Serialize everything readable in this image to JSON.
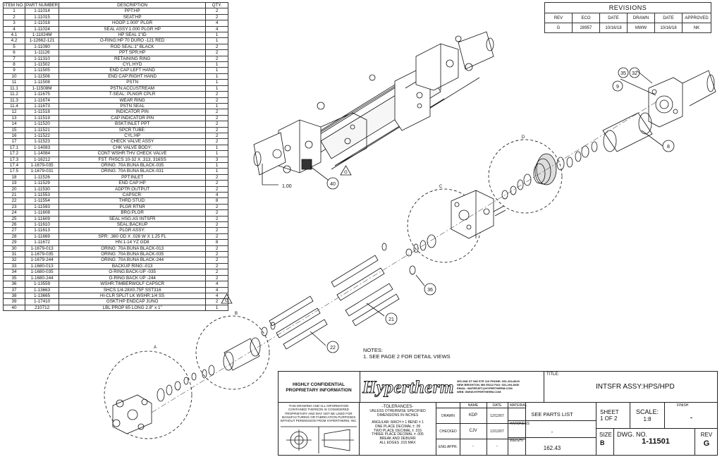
{
  "bom": {
    "headers": [
      "ITEM NO.",
      "PART NUMBER",
      "DESCRIPTION",
      "QTY."
    ],
    "rows": [
      [
        "1",
        "1-11014",
        "PPT:HP",
        "2"
      ],
      [
        "2",
        "1-11015",
        "SEAT:HP",
        "2"
      ],
      [
        "3",
        "1-11018",
        "HOOP:1.000\" PLGR",
        "4"
      ],
      [
        "4",
        "1-11024",
        "SEAL ASSY:1.000 PLGR HP",
        "4"
      ],
      [
        "4.1",
        "1-11024M",
        "HP SEAL 1\"ID",
        "1"
      ],
      [
        "4.2",
        "1-12662-121",
        "O-RING:HP 70 DURO -121 RED",
        "1"
      ],
      [
        "5",
        "1-11090",
        "ROD SEAL:1\" BLACK",
        "2"
      ],
      [
        "6",
        "1-11126",
        "PPT SPR:HP",
        "2"
      ],
      [
        "7",
        "1-11310",
        "RETAINING RING",
        "2"
      ],
      [
        "8",
        "1-11502",
        "CYL:HYD",
        "1"
      ],
      [
        "9",
        "1-11505",
        "END CAP:LEFT HAND",
        "1"
      ],
      [
        "10",
        "1-11506",
        "END CAP:RIGHT HAND",
        "1"
      ],
      [
        "11",
        "1-11508",
        "PSTN",
        "1"
      ],
      [
        "11.1",
        "1-11508M",
        "PSTN:ACCUSTREAM",
        "1"
      ],
      [
        "11.2",
        "1-11675",
        "T-SEAL: PLNGR CPLR",
        "2"
      ],
      [
        "11.3",
        "1-11674",
        "WEAR RING",
        "2"
      ],
      [
        "11.4",
        "1-11673",
        "PSTN SEAL",
        "1"
      ],
      [
        "12",
        "1-11518",
        "INDICATOR PIN",
        "2"
      ],
      [
        "13",
        "1-11519",
        "CAP:INDICATOR PIN",
        "2"
      ],
      [
        "14",
        "1-11520",
        "BSKT:INLET PPT",
        "2"
      ],
      [
        "15",
        "1-11521",
        "SPCR TUBE:",
        "2"
      ],
      [
        "16",
        "1-11522",
        "CYL:HP",
        "2"
      ],
      [
        "17",
        "1-11523",
        "CHECK VALVE ASSY",
        "2"
      ],
      [
        "17.1",
        "1-14083",
        "CHK VALVE BODY:",
        "1"
      ],
      [
        "17.2",
        "1-14084",
        "CONT WSHR:THV CHECK VALVE",
        "1"
      ],
      [
        "17.3",
        "1-16212",
        "FST: FHSCS 10-32 X .313, 316SS",
        "3"
      ],
      [
        "17.4",
        "1-1679-035",
        "ORING: 70A BUNA BLACK-035",
        "1"
      ],
      [
        "17.5",
        "1-1679-031",
        "ORING: 70A BUNA BLACK-031",
        "1"
      ],
      [
        "18",
        "1-11526",
        "PPT:INLET",
        "2"
      ],
      [
        "19",
        "1-11529",
        "END CAP:HP",
        "2"
      ],
      [
        "20",
        "1-11530",
        "ADPTR:OUTPUT",
        "2"
      ],
      [
        "21",
        "1-11553",
        "CAPSCR:",
        "4"
      ],
      [
        "22",
        "1-11554",
        "THRD STUD:",
        "8"
      ],
      [
        "23",
        "1-11593",
        "PLGR RTNR",
        "2"
      ],
      [
        "24",
        "1-11608",
        "BRG:PLGR",
        "2"
      ],
      [
        "25",
        "1-11609",
        "SEAL HSG:AS INTSFR",
        "2"
      ],
      [
        "26",
        "1-11610",
        "SEAL:BACKUP",
        "2"
      ],
      [
        "27",
        "1-11613",
        "PLGR ASSY:",
        "2"
      ],
      [
        "28",
        "1-11669",
        "SPR: .360 OD X .026 W X 1.25 FL",
        "2"
      ],
      [
        "29",
        "1-11672",
        "HN:1-14 YZ GD8",
        "8"
      ],
      [
        "30",
        "1-1679-013",
        "ORING: 70A BUNA BLACK-013",
        "2"
      ],
      [
        "31",
        "1-1679-035",
        "ORING: 70A BUNA BLACK-035",
        "2"
      ],
      [
        "32",
        "1-1679-244",
        "ORING: 70A BUNA BLACK-244",
        "2"
      ],
      [
        "33",
        "1-1680-013",
        "BACKUP RING:-013",
        "2"
      ],
      [
        "34",
        "1-1680-035",
        "O-RING:BACK-UP -035",
        "2"
      ],
      [
        "35",
        "1-1680-244",
        "O-RING:BACK UP -244",
        "2"
      ],
      [
        "36",
        "1-13559",
        "WSHR:TIMBERWOLF CAPSCR",
        "4"
      ],
      [
        "37",
        "1-13663",
        "SHCS:1/4-28X0.75F SST316",
        "4"
      ],
      [
        "38",
        "1-13665",
        "HI-CLR SPLIT LK WSHR:1/4 SS",
        "4"
      ],
      [
        "39",
        "1-17410",
        "GSKT:HP ENDCAP JUNO",
        "2"
      ],
      [
        "40",
        "210712",
        "LBL:PROP 65 LONG 2.8\" x 1\"",
        "1"
      ]
    ]
  },
  "revisions": {
    "title": "REVISIONS",
    "headers": [
      "REV",
      "ECO",
      "DATE",
      "DRAWN",
      "DATE",
      "APPROVED"
    ],
    "row": [
      "G",
      "28957",
      "10/16/18",
      "MWW",
      "10/16/18",
      "NK"
    ]
  },
  "callouts": {
    "c40": "40",
    "c35": "35",
    "c32": "32",
    "c9": "9",
    "c8": "8",
    "c36": "36",
    "c21": "21",
    "c22": "22",
    "g1": "G",
    "g2": "G",
    "dim": "1.00",
    "A": "A",
    "B": "B",
    "C": "C",
    "D": "D"
  },
  "notes": {
    "heading": "NOTES:",
    "line1": "1. SEE PAGE 2 FOR DETAIL VIEWS"
  },
  "titleblock": {
    "confidential1": "HIGHLY CONFIDENTIAL",
    "confidential2": "PROPRIETARY INFORMATION",
    "logo": "Hypertherm",
    "address1": "305 2ND ST NW STE 110      PHONE: 651-294-8620",
    "address2": "NEW BRIGHTON, MN 55112    FAX: 651-294-8630",
    "address3": "EMAIL: WATERJET@HYPERTHERM.COM",
    "address4": "WEB: WWW.HYPERTHERM.COM",
    "title_label": "TITLE:",
    "title": "INTSFR ASSY:HPS/HPD",
    "disclaimer": "THIS DRAWING AND ALL INFORMATION CONTAINED THEREON IS CONSIDERED PROPRIETARY AND MAY NOT BE USED FOR MANUFACTURING OR FABRICATION PURPOSES WITHOUT PERMISSION FROM HYPERTHERM, INC.",
    "tol_title": "-TOLERANCES-",
    "tol1": "UNLESS OTHERWISE SPECIFIED",
    "tol2": "DIMENSIONS IN INCHES",
    "tol3": "ANGULAR: MACH ± 1   BEND ± 1",
    "tol4": "ONE PLACE DECIMAL  ± .05",
    "tol5": "TWO PLACE DECIMAL  ± .015",
    "tol6": "THREE PLACE DECIMAL  ± .005",
    "tol7": "BREAK AND DEBURR",
    "tol8": "ALL EDGES .015 MAX",
    "name_h": "NAME",
    "date_h": "DATE",
    "drawn_l": "DRAWN",
    "drawn_n": "KDP",
    "drawn_d": "12/12/07",
    "checked_l": "CHECKED",
    "checked_n": "CJV",
    "checked_d": "12/12/07",
    "eng_l": "ENG APPR.",
    "eng_n": "-",
    "eng_d": "-",
    "material_l": "MATERIAL",
    "material_v": "SEE PARTS LIST",
    "hardness_l": "HARDNESS",
    "hardness_v": "-",
    "weight_l": "WEIGHT",
    "weight_v": "162.43",
    "sheet_l": "SHEET",
    "sheet_v": "1 OF 2",
    "scale_l": "SCALE:",
    "scale_v": "1:8",
    "finish_l": "FINISH",
    "finish_v": "-",
    "size_l": "SIZE",
    "size_v": "B",
    "dwg_l": "DWG. NO.",
    "dwg_v": "1-11501",
    "rev_l": "REV",
    "rev_v": "G"
  }
}
